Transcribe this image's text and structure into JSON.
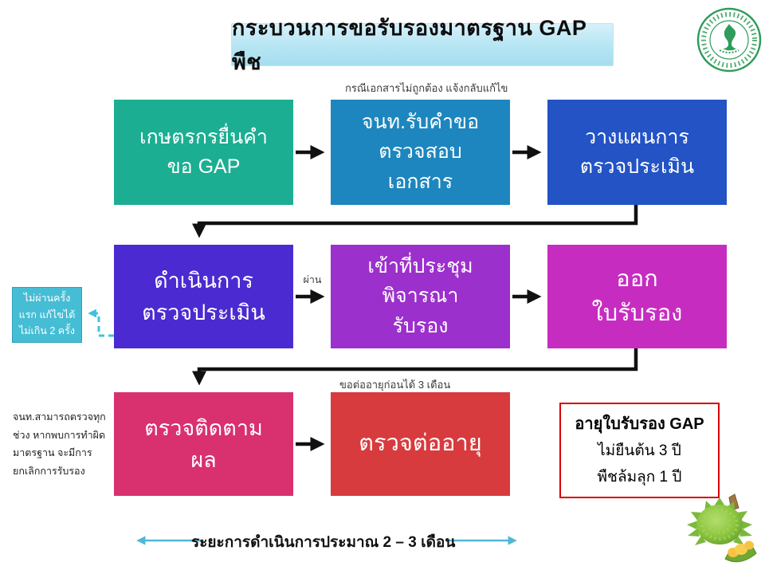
{
  "slide": {
    "title": "กระบวนการขอรับรองมาตรฐาน  GAP พืช",
    "title_bar_color": "#b6e5f3"
  },
  "logo": {
    "icon": "green-circular-department-seal",
    "color": "#2e9c5a"
  },
  "flow": {
    "boxes": [
      {
        "id": "farmer-submit",
        "label": "เกษตรกรยื่นคำ\nขอ GAP",
        "color": "#1bae92"
      },
      {
        "id": "officer-receive",
        "label": "จนท.รับคำขอ\nตรวจสอบ\nเอกสาร",
        "color": "#1e86be"
      },
      {
        "id": "plan-audit",
        "label": "วางแผนการ\nตรวจประเมิน",
        "color": "#2353c5"
      },
      {
        "id": "conduct-audit",
        "label": "ดำเนินการ\nตรวจประเมิน",
        "color": "#4b2bd1"
      },
      {
        "id": "committee-review",
        "label": "เข้าที่ประชุม\nพิจารณา\nรับรอง",
        "color": "#9c30cc"
      },
      {
        "id": "issue-certificate",
        "label": "ออก\nใบรับรอง",
        "color": "#c72cc1"
      },
      {
        "id": "follow-up-audit",
        "label": "ตรวจติดตาม\nผล",
        "color": "#d93070"
      },
      {
        "id": "renewal-audit",
        "label": "ตรวจต่ออายุ",
        "color": "#d73b3e"
      }
    ],
    "arrow_color": "#111111"
  },
  "annotations": {
    "doc_incorrect": "กรณีเอกสารไม่ถูกต้อง แจ้งกลับแก้ไข",
    "pass_label": "ผ่าน",
    "renew_before": "ขอต่ออายุก่อนได้ 3 เดือน",
    "inspector_note": "จนท.สามารถตรวจทุก\nช่วง หากพบการทำผิด\nมาตรฐาน จะมีการ\nยกเลิกการรับรอง",
    "fail_note": "ไม่ผ่านครั้ง\nแรก แก้ไขได้\nไม่เกิน 2 ครั้ง",
    "fail_note_color": "#45bdd5",
    "dashed_arrow_color": "#3fc3dc"
  },
  "cert_box": {
    "title": "อายุใบรับรอง GAP",
    "lines": "ไม่ยืนต้น 3 ปี\nพืชล้มลุก 1 ปี",
    "border_color": "#d90000"
  },
  "footer": {
    "duration": "ระยะการดำเนินการประมาณ  2 – 3 เดือน",
    "arrow_color": "#4fb8d8"
  },
  "fruit": {
    "icon": "durian",
    "colors": {
      "rind": "#7cb83e",
      "flesh": "#f6c344",
      "stem": "#a07840"
    }
  }
}
